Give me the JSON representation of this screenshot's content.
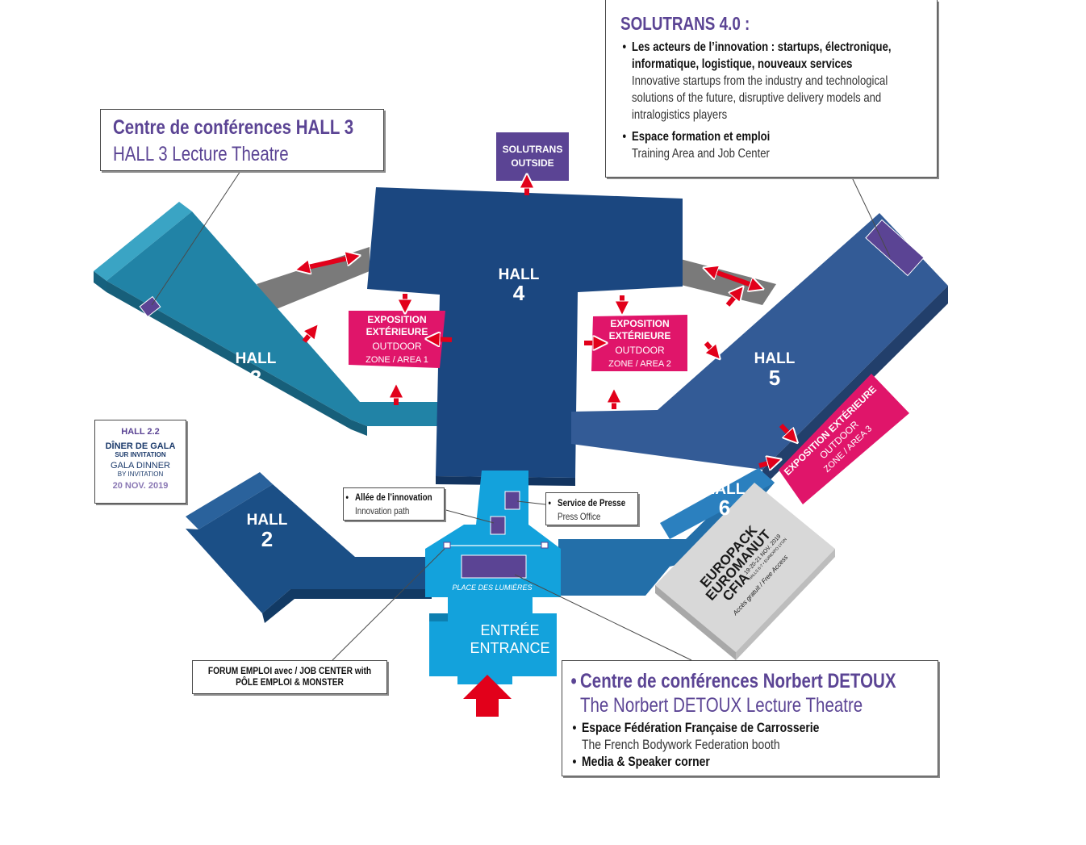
{
  "colors": {
    "hall3": "#2183a6",
    "hall4": "#1b4780",
    "hall5": "#335b96",
    "hall2": "#1b4f86",
    "hall6": "#236fa9",
    "entrance": "#13a2dc",
    "corridor": "#7a7a7a",
    "outdoor": "#e0156a",
    "marker": "#5b4494",
    "arrow": "#e2001a",
    "europack": "#d8d8d8"
  },
  "halls": {
    "hall2": {
      "label": "HALL",
      "num": "2"
    },
    "hall3": {
      "label": "HALL",
      "num": "3"
    },
    "hall4": {
      "label": "HALL",
      "num": "4"
    },
    "hall5": {
      "label": "HALL",
      "num": "5"
    },
    "hall6": {
      "label": "HALL",
      "num": "6"
    }
  },
  "outside": {
    "line1": "SOLUTRANS",
    "line2": "OUTSIDE"
  },
  "outdoor_zones": {
    "zone1": {
      "line1": "EXPOSITION",
      "line2": "EXTÉRIEURE",
      "line3": "OUTDOOR",
      "line4": "ZONE / AREA 1"
    },
    "zone2": {
      "line1": "EXPOSITION",
      "line2": "EXTÉRIEURE",
      "line3": "OUTDOOR",
      "line4": "ZONE / AREA 2"
    },
    "zone3": {
      "line1": "EXPOSITION EXTÉRIEURE",
      "line2": "OUTDOOR",
      "line3": "ZONE / AREA 3"
    }
  },
  "entrance": {
    "fr": "ENTRÉE",
    "en": "ENTRANCE"
  },
  "place": "PLACE DES LUMIÈRES",
  "europack": {
    "line1": "EUROPACK",
    "line2": "EUROMANUT",
    "line3": "CFIA",
    "dates": "19-20-21 NOV. 2019",
    "halls": "HALLS 6-7 • EUREXPO LYON",
    "access": "Accès gratuit / Free Access"
  },
  "callouts": {
    "hall3_conf": {
      "fr": "Centre de conférences HALL 3",
      "en": "HALL 3 Lecture Theatre"
    },
    "solutrans40": {
      "title": "SOLUTRANS 4.0 :",
      "item1_fr": "Les acteurs de l’innovation : startups, électronique, informatique, logistique, nouveaux services",
      "item1_en": "Innovative startups from the industry and technological solutions of the future, disruptive delivery models and intralogistics players",
      "item2_fr": "Espace formation et emploi",
      "item2_en": "Training Area and Job Center"
    },
    "hall22": {
      "title": "HALL 2.2",
      "fr1": "DÎNER DE GALA",
      "fr2": "SUR INVITATION",
      "en1": "GALA DINNER",
      "en2": "BY INVITATION",
      "date": "20 NOV. 2019"
    },
    "innovation": {
      "fr": "Allée de l’innovation",
      "en": "Innovation path"
    },
    "press": {
      "fr": "Service de Presse",
      "en": "Press Office"
    },
    "forum": {
      "line1": "FORUM EMPLOI avec / JOB CENTER with",
      "line2": "PÔLE EMPLOI & MONSTER"
    },
    "norbert": {
      "title_fr": "Centre de conférences Norbert DETOUX",
      "title_en": "The Norbert DETOUX Lecture Theatre",
      "item1_fr": "Espace Fédération Française de Carrosserie",
      "item1_en": "The French Bodywork Federation booth",
      "item2": "Media & Speaker corner"
    }
  }
}
